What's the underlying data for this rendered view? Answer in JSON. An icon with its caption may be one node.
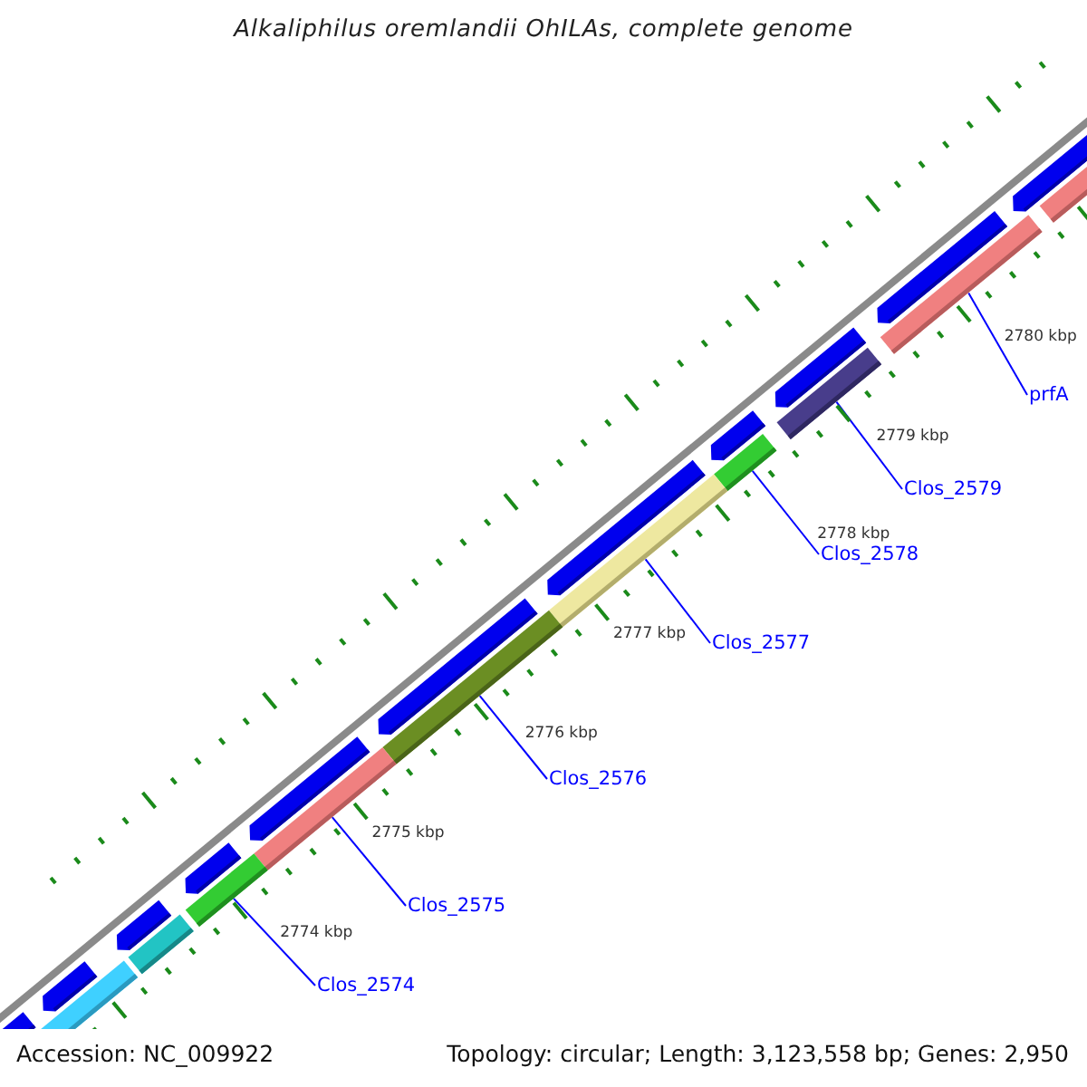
{
  "diagram": {
    "title": "Alkaliphilus oremlandii OhILAs, complete genome",
    "nodes": [
      {
        "text": [
          "prfA"
        ]
      },
      {
        "text": [
          "Clos_2579"
        ]
      },
      {
        "text": [
          "Clos_2578"
        ]
      },
      {
        "text": [
          "Clos_2577"
        ]
      },
      {
        "text": [
          "Clos_2576"
        ]
      },
      {
        "text": [
          "Clos_2575"
        ]
      },
      {
        "text": [
          "Clos_2574"
        ]
      },
      {
        "text": [],
        "shape": "bar"
      },
      {
        "text": [],
        "shape": "bar"
      },
      {
        "text": [],
        "shape": "bar"
      },
      {
        "text": [],
        "shape": "bar"
      },
      {
        "text": [],
        "shape": "bar"
      },
      {
        "text": [],
        "shape": "bar"
      },
      {
        "text": [],
        "shape": "bar"
      }
    ],
    "edges": [
      {
        "from": 0,
        "to": 7,
        "arrow": "none"
      },
      {
        "from": 1,
        "to": 8,
        "arrow": "none"
      },
      {
        "from": 2,
        "to": 9,
        "arrow": "none"
      },
      {
        "from": 3,
        "to": 10,
        "arrow": "none"
      },
      {
        "from": 4,
        "to": 11,
        "arrow": "none"
      },
      {
        "from": 5,
        "to": 12,
        "arrow": "none"
      },
      {
        "from": 6,
        "to": 13,
        "arrow": "none"
      }
    ],
    "labels": [
      "2780 kbp",
      "2779 kbp",
      "2778 kbp",
      "2777 kbp",
      "2776 kbp",
      "2775 kbp",
      "2774 kbp",
      "Accession: NC_009922",
      "Topology: circular; Length: 3,123,558 bp; Genes: 2,950"
    ]
  }
}
